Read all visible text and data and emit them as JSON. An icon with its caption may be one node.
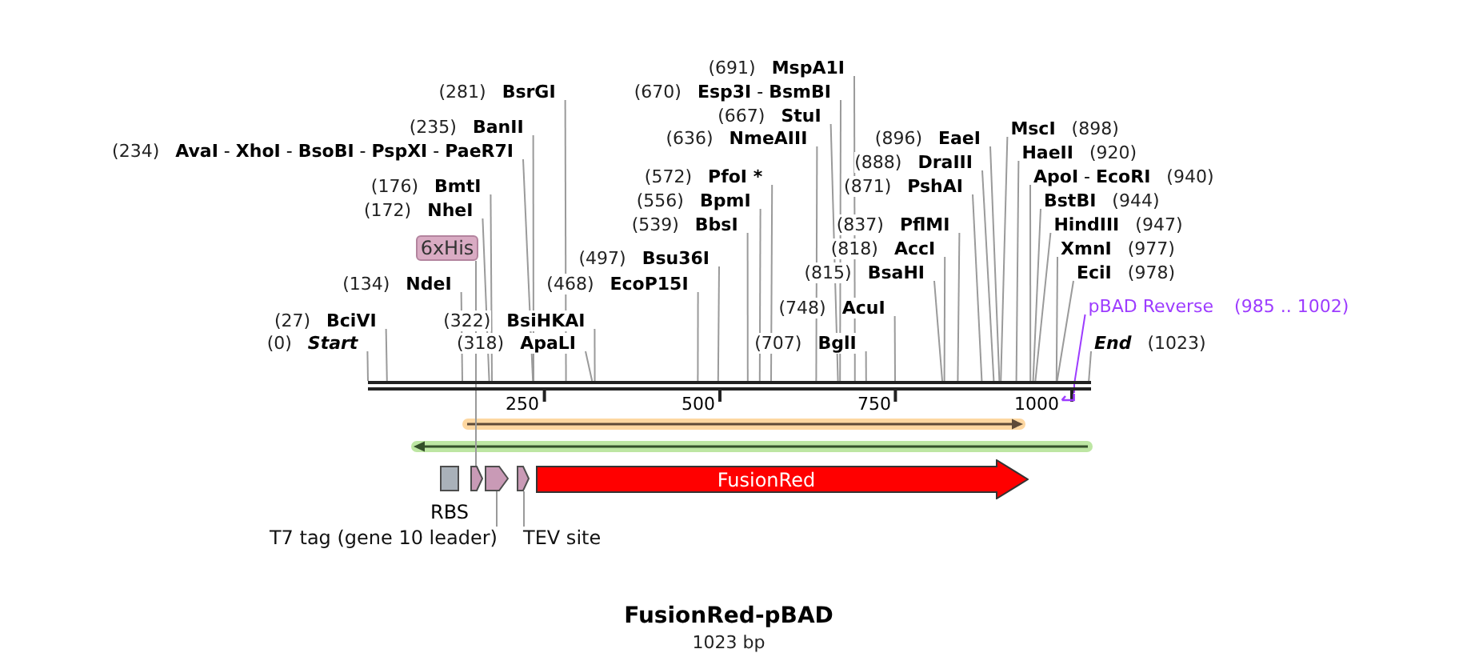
{
  "diagram": {
    "title": "FusionRed-pBAD",
    "nodes": [
      {
        "text": [
          "(691)",
          "MspA1I"
        ]
      },
      {
        "text": [
          "(281)",
          "BsrGI"
        ]
      },
      {
        "text": [
          "(670)",
          "**Esp3I** - **BsmBI**"
        ]
      },
      {
        "text": [
          "(667)",
          "StuI"
        ]
      },
      {
        "text": [
          "(235)",
          "BanII"
        ]
      },
      {
        "text": [
          "MscI",
          "(898)"
        ]
      },
      {
        "text": [
          "(636)",
          "NmeAIII"
        ]
      },
      {
        "text": [
          "(896)",
          "EaeI"
        ]
      },
      {
        "text": [
          "(234)",
          "**AvaI** - **XhoI** - **BsoBI** - **PspXI** - **PaeR7I**"
        ]
      },
      {
        "text": [
          "HaeII",
          "(920)"
        ]
      },
      {
        "text": [
          "(888)",
          "DraIII"
        ]
      },
      {
        "text": [
          "(572)",
          "PfoI *"
        ]
      },
      {
        "text": [
          "**ApoI** - **EcoRI**",
          "(940)"
        ]
      },
      {
        "text": [
          "(176)",
          "BmtI"
        ]
      },
      {
        "text": [
          "(871)",
          "PshAI"
        ]
      },
      {
        "text": [
          "(556)",
          "BpmI"
        ]
      },
      {
        "text": [
          "BstBI",
          "(944)"
        ]
      },
      {
        "text": [
          "(172)",
          "NheI"
        ]
      },
      {
        "text": [
          "(539)",
          "BbsI"
        ]
      },
      {
        "text": [
          "(837)",
          "PflMI"
        ]
      },
      {
        "text": [
          "HindIII",
          "(947)"
        ]
      },
      {
        "text": [
          "6xHis"
        ]
      },
      {
        "text": [
          "(818)",
          "AccI"
        ]
      },
      {
        "text": [
          "XmnI",
          "(977)"
        ]
      },
      {
        "text": [
          "(497)",
          "Bsu36I"
        ]
      },
      {
        "text": [
          "(815)",
          "BsaHI"
        ]
      },
      {
        "text": [
          "EciI",
          "(978)"
        ]
      },
      {
        "text": [
          "(134)",
          "NdeI"
        ]
      },
      {
        "text": [
          "(468)",
          "EcoP15I"
        ]
      },
      {
        "text": [
          "pBAD Reverse",
          "(985 .. 1002)"
        ]
      },
      {
        "text": [
          "(748)",
          "AcuI"
        ]
      },
      {
        "text": [
          "(27)",
          "BciVI"
        ]
      },
      {
        "text": [
          "(322)",
          "BsiHKAI"
        ]
      },
      {
        "text": [
          "(0)",
          "Start"
        ]
      },
      {
        "text": [
          "(318)",
          "ApaLI"
        ]
      },
      {
        "text": [
          "(707)",
          "BglI"
        ]
      },
      {
        "text": [
          "End",
          "(1023)"
        ]
      },
      {
        "text": [],
        "shape": "bar"
      },
      {
        "text": [],
        "shape": "box",
        "beside": [
          "RBS"
        ]
      },
      {
        "text": [],
        "shape": "arrow"
      },
      {
        "text": [],
        "shape": "arrow"
      },
      {
        "text": [],
        "shape": "arrow"
      },
      {
        "text": [
          "FusionRed"
        ]
      },
      {
        "text": [],
        "shape": "arrow"
      },
      {
        "text": [
          "T7 tag (gene 10 leader)"
        ]
      },
      {
        "text": [
          "TEV site"
        ]
      }
    ],
    "edges": [
      {
        "from": 0,
        "to": 37,
        "arrow": "none"
      },
      {
        "from": 1,
        "to": 37,
        "arrow": "none"
      },
      {
        "from": 2,
        "to": 37,
        "arrow": "none"
      },
      {
        "from": 3,
        "to": 37,
        "arrow": "none"
      },
      {
        "from": 4,
        "to": 37,
        "arrow": "none"
      },
      {
        "from": 5,
        "to": 37,
        "arrow": "none"
      },
      {
        "from": 6,
        "to": 37,
        "arrow": "none"
      },
      {
        "from": 7,
        "to": 37,
        "arrow": "none"
      },
      {
        "from": 8,
        "to": 37,
        "arrow": "none"
      },
      {
        "from": 9,
        "to": 37,
        "arrow": "none"
      },
      {
        "from": 10,
        "to": 37,
        "arrow": "none"
      },
      {
        "from": 11,
        "to": 37,
        "arrow": "none"
      },
      {
        "from": 12,
        "to": 37,
        "arrow": "none"
      },
      {
        "from": 13,
        "to": 37,
        "arrow": "none"
      },
      {
        "from": 14,
        "to": 37,
        "arrow": "none"
      },
      {
        "from": 15,
        "to": 37,
        "arrow": "none"
      },
      {
        "from": 16,
        "to": 37,
        "arrow": "none"
      },
      {
        "from": 17,
        "to": 37,
        "arrow": "none"
      },
      {
        "from": 18,
        "to": 37,
        "arrow": "none"
      },
      {
        "from": 19,
        "to": 37,
        "arrow": "none"
      },
      {
        "from": 20,
        "to": 37,
        "arrow": "none"
      },
      {
        "from": 21,
        "to": 39,
        "arrow": "none"
      },
      {
        "from": 22,
        "to": 37,
        "arrow": "none"
      },
      {
        "from": 23,
        "to": 37,
        "arrow": "none"
      },
      {
        "from": 24,
        "to": 37,
        "arrow": "none"
      },
      {
        "from": 25,
        "to": 37,
        "arrow": "none"
      },
      {
        "from": 26,
        "to": 37,
        "arrow": "none"
      },
      {
        "from": 27,
        "to": 37,
        "arrow": "none"
      },
      {
        "from": 28,
        "to": 37,
        "arrow": "none"
      },
      {
        "from": 29,
        "to": 43,
        "arrow": "none",
        "color": "#9d3cff"
      },
      {
        "from": 30,
        "to": 37,
        "arrow": "none"
      },
      {
        "from": 31,
        "to": 37,
        "arrow": "none"
      },
      {
        "from": 32,
        "to": 37,
        "arrow": "none"
      },
      {
        "from": 33,
        "to": 37,
        "arrow": "none"
      },
      {
        "from": 34,
        "to": 37,
        "arrow": "none"
      },
      {
        "from": 35,
        "to": 37,
        "arrow": "none"
      },
      {
        "from": 36,
        "to": 37,
        "arrow": "none"
      },
      {
        "from": 44,
        "to": 40,
        "arrow": "none"
      },
      {
        "from": 45,
        "to": 41,
        "arrow": "none"
      }
    ],
    "labels": [
      "250",
      "500",
      "750",
      "1000",
      "1023 bp"
    ]
  }
}
